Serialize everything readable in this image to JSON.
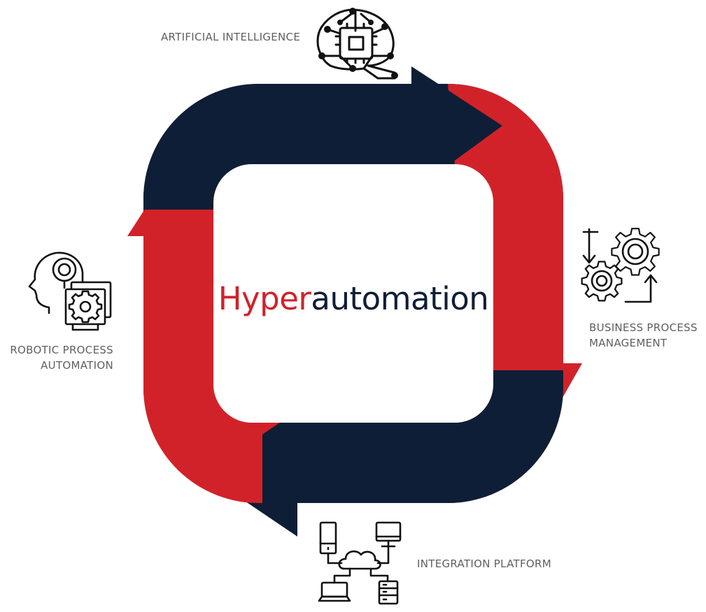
{
  "diagram": {
    "title": {
      "part1": "Hyper",
      "part2": "automation"
    },
    "nodes": [
      {
        "id": "ai",
        "label_lines": [
          "ARTIFICIAL INTELLIGENCE"
        ],
        "icon": "ai-brain-chip-icon"
      },
      {
        "id": "bpm",
        "label_lines": [
          "BUSINESS PROCESS",
          "MANAGEMENT"
        ],
        "icon": "gears-cycle-icon"
      },
      {
        "id": "ip",
        "label_lines": [
          "INTEGRATION PLATFORM"
        ],
        "icon": "cloud-network-icon"
      },
      {
        "id": "rpa",
        "label_lines": [
          "ROBOTIC PROCESS",
          "AUTOMATION"
        ],
        "icon": "robot-head-gear-icon"
      }
    ],
    "cycle_arrows": [
      {
        "id": "top",
        "color": "navy",
        "direction": "right"
      },
      {
        "id": "right",
        "color": "red",
        "direction": "down"
      },
      {
        "id": "bottom",
        "color": "navy",
        "direction": "left"
      },
      {
        "id": "left",
        "color": "red",
        "direction": "up"
      }
    ],
    "colors": {
      "navy": "#0e1e36",
      "red": "#d22229",
      "label_gray": "#5f5f5f",
      "icon_black": "#111111"
    }
  }
}
